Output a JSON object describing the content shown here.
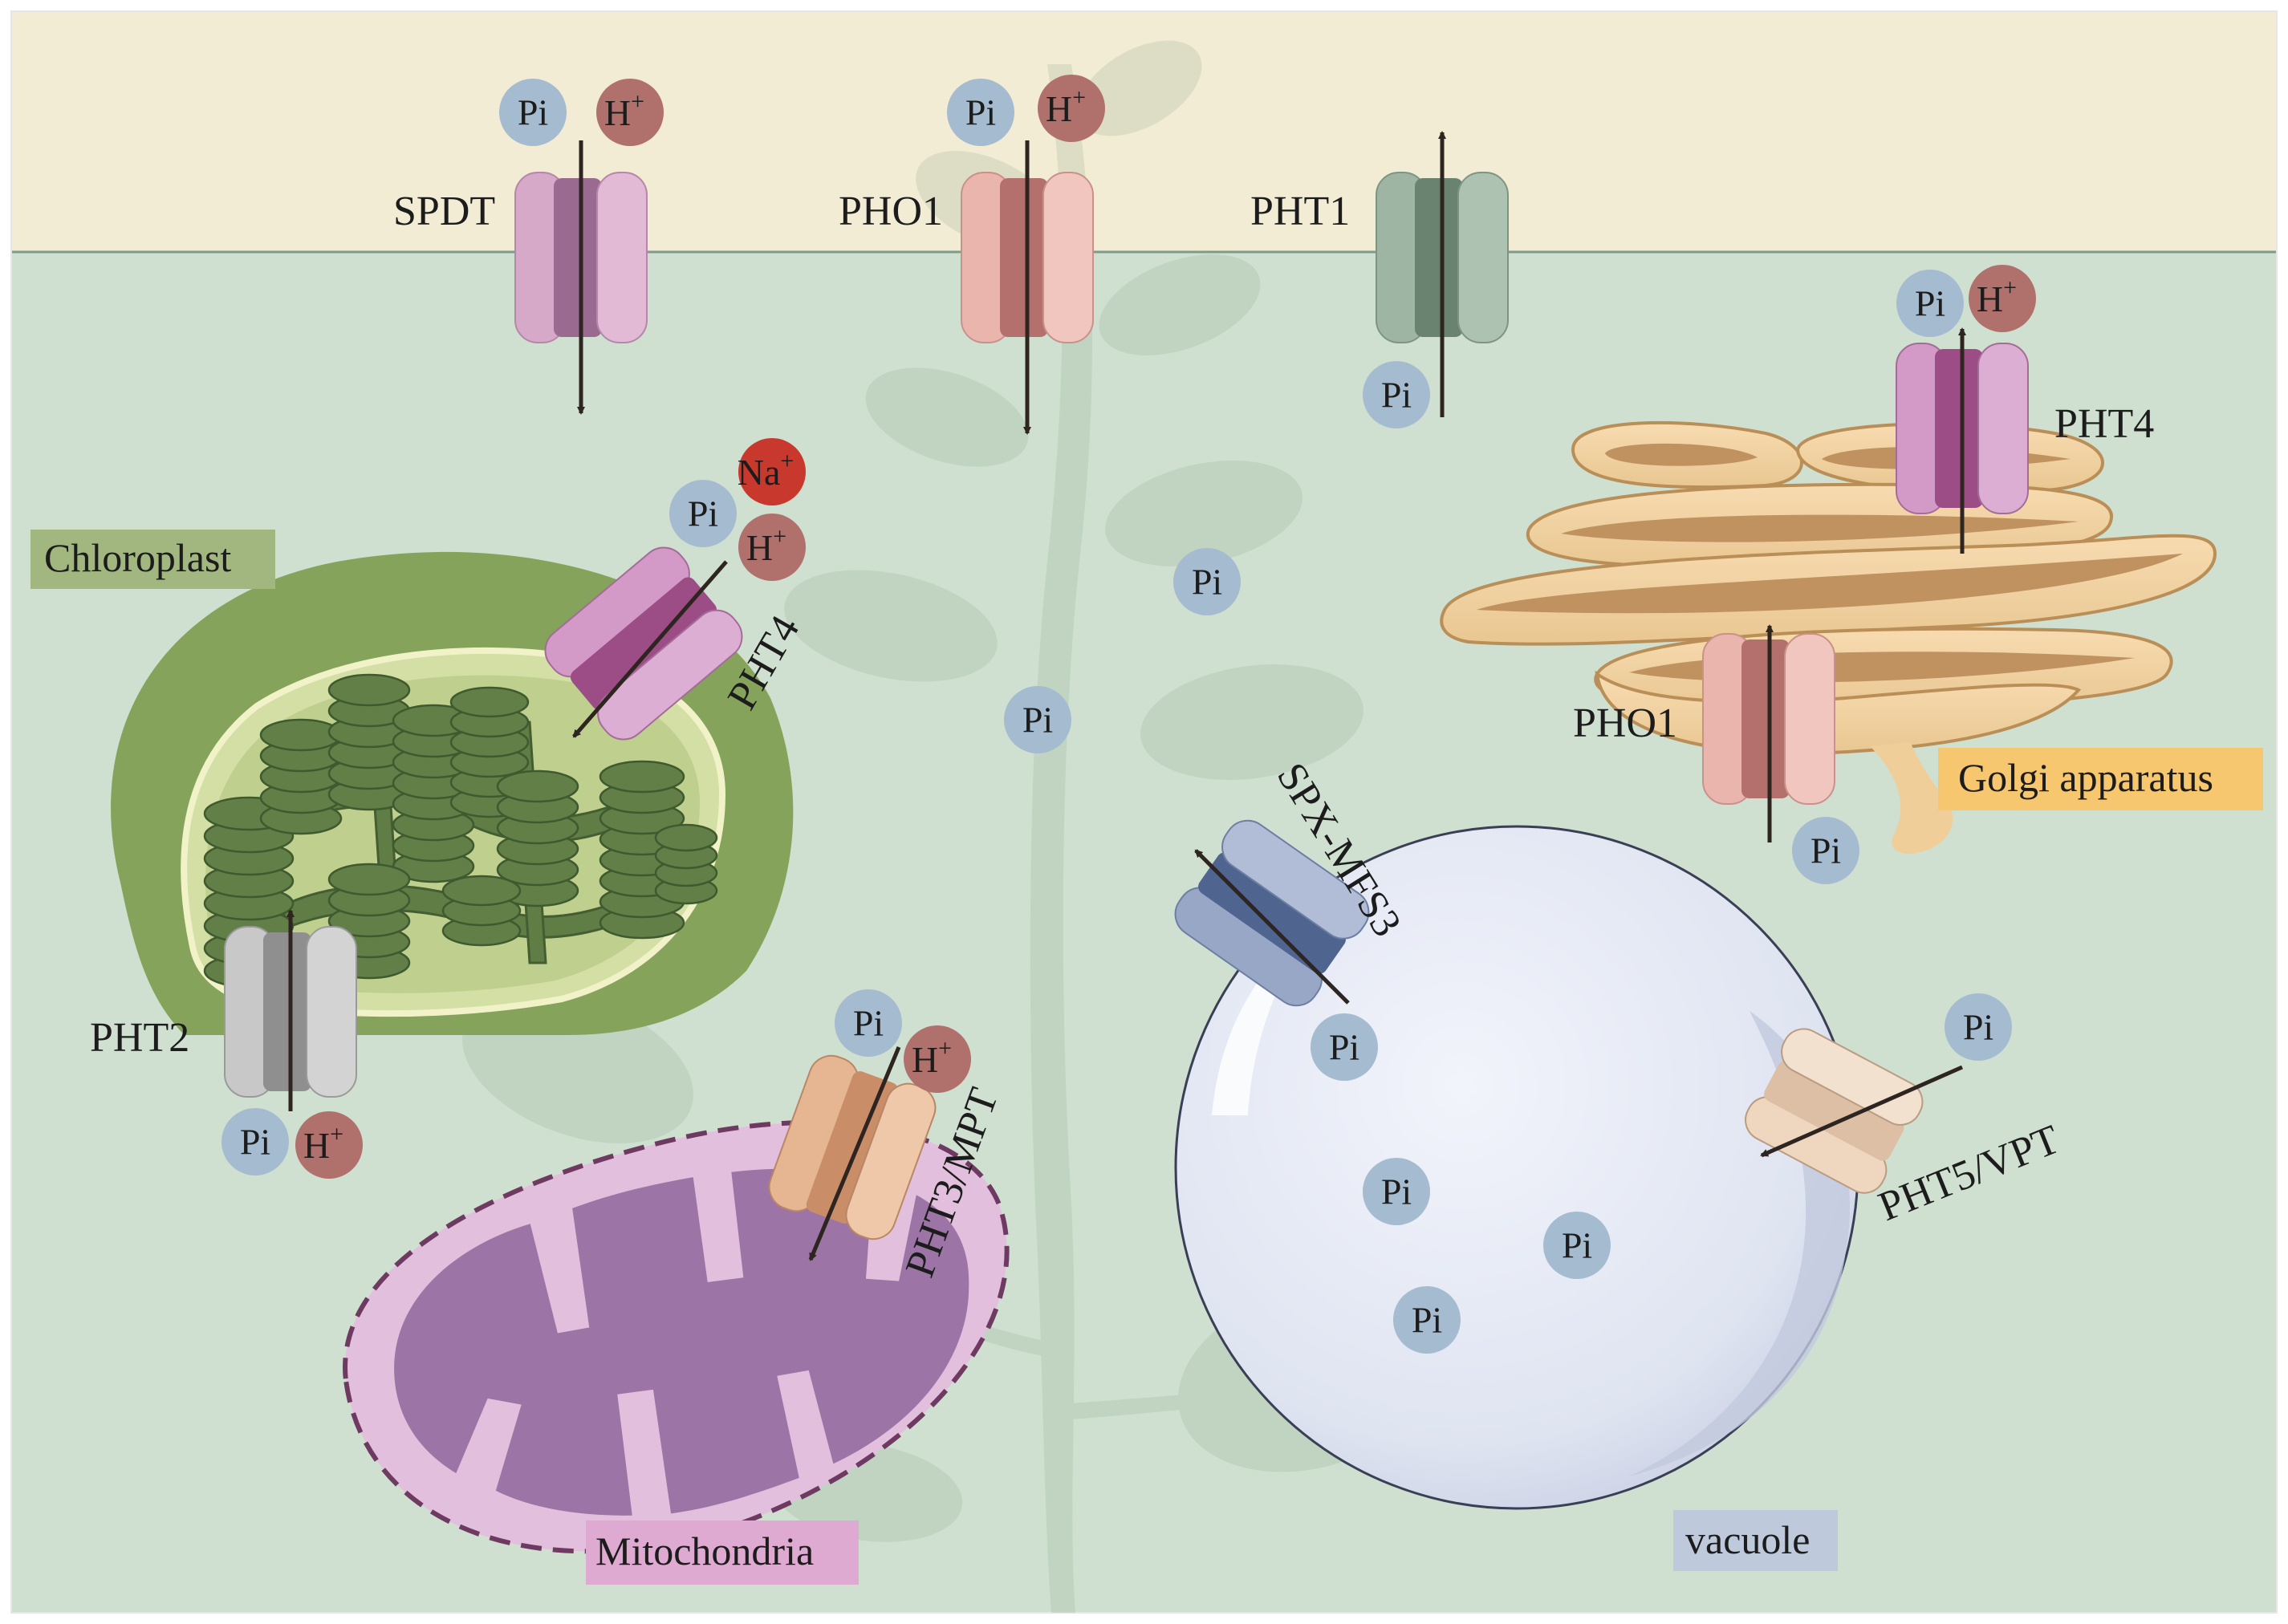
{
  "ions": {
    "pi": "Pi",
    "h": "H",
    "na": "Na",
    "plus": "+"
  },
  "transporters": {
    "spdt": "SPDT",
    "pho1_membrane": "PHO1",
    "pht1": "PHT1",
    "pht4_chloroplast": "PHT4",
    "pht4_golgi": "PHT4",
    "pho1_golgi": "PHO1",
    "pht2": "PHT2",
    "pht3": "PHT3/MPT",
    "spx": "SPX-MFS3",
    "pht5": "PHT5/VPT"
  },
  "organelles": {
    "chloroplast": "Chloroplast",
    "golgi": "Golgi apparatus",
    "mitochondria": "Mitochondria",
    "vacuole": "vacuole"
  },
  "colors": {
    "apoplast": "#f3ecd5",
    "cytoplasm": "#cfe0d1",
    "pi_ion": "#a5bbd0",
    "h_ion": "#b0706c",
    "na_ion": "#c9382c",
    "spdt": "#d7a9c9",
    "pho1": "#eab5ad",
    "pht1": "#9fb5a4",
    "pht4": "#d39ac8",
    "pht2": "#c8c8c8",
    "pht3": "#e6b693",
    "spx": "#98a7c6",
    "pht5": "#eed6bf",
    "chloroplast_label_bg": "#a2b77f",
    "golgi_label_bg": "#f6c76e",
    "mito_label_bg": "#dfaad2",
    "vacuole_label_bg": "#bfc9dc"
  }
}
